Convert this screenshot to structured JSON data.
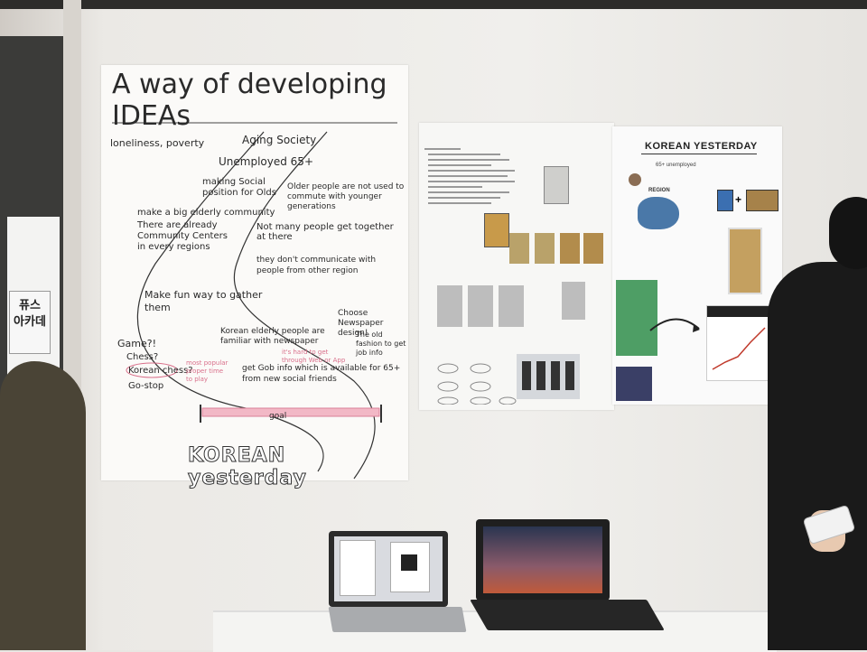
{
  "poster_left": {
    "title": "A way of developing IDEAs",
    "lines": [
      "loneliness, poverty",
      "Aging Society",
      "Unemployed 65+",
      "making Social position for Olds",
      "Older people are not used to commute with younger generations",
      "make a big elderly community",
      "There are already Community Centers in every regions",
      "Not many people get together at there",
      "they don't communicate with people from other region",
      "Make fun way to gather them",
      "Choose Newspaper design!",
      "Game?!",
      "Korean elderly people are familiar with newspaper",
      "The old fashion to get job info",
      "Chess?",
      "Korean chess?",
      "most popular proper time to play",
      "Go-stop",
      "it's hard to get through Web or App",
      "get Gob info which is available for 65+ from new social friends",
      "goal"
    ],
    "logo_text": "KOREAN yesterday"
  },
  "poster_right": {
    "title": "KOREAN YESTERDAY",
    "target": "65+ unemployed",
    "region_label": "REGION"
  },
  "door_sign": "퓨스\n아카데",
  "colors": {
    "wall": "#ebe9e5",
    "ink": "#2a2a2a",
    "pink": "#e48aa2",
    "poster_frame": "#fbfaf8"
  }
}
